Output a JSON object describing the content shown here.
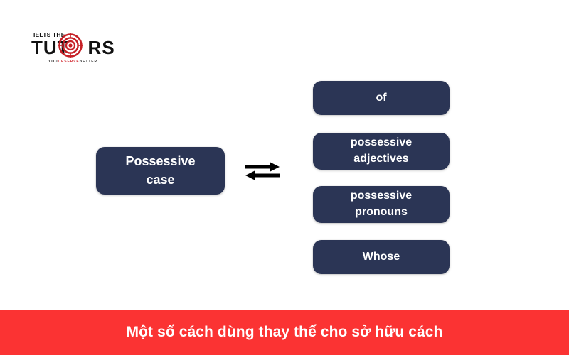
{
  "colors": {
    "background": "#ffffff",
    "node_fill": "#2b3555",
    "node_text": "#ffffff",
    "banner_fill": "#fb3333",
    "banner_text": "#ffffff",
    "logo_red": "#d0232b",
    "logo_black": "#111111"
  },
  "logo": {
    "line1": "IELTS THE",
    "wordmark_left": "TUT",
    "wordmark_right": "RS",
    "icon": "bullseye-target-icon",
    "tagline_prefix": "YOU",
    "tagline_accent": "DESERVE",
    "tagline_suffix": "BETTER",
    "tagline_full": "YOU DESERVE BETTER"
  },
  "diagram": {
    "source": {
      "id": "possessive-case",
      "label": "Possessive\ncase"
    },
    "connector": {
      "icon": "bidirectional-arrow-icon",
      "direction": "both"
    },
    "targets": [
      {
        "id": "of",
        "label": "of"
      },
      {
        "id": "possessive-adjectives",
        "label": "possessive\nadjectives"
      },
      {
        "id": "possessive-pronouns",
        "label": "possessive\npronouns"
      },
      {
        "id": "whose",
        "label": "Whose"
      }
    ]
  },
  "banner": {
    "text": "Một số cách dùng thay thế cho sở hữu cách"
  }
}
